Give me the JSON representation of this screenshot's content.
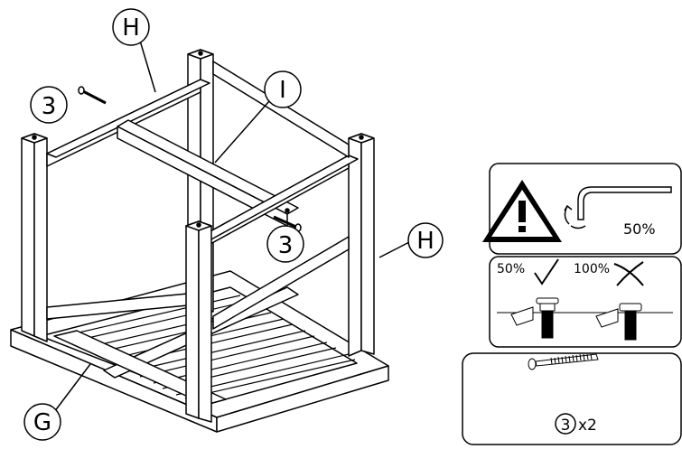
{
  "callouts": {
    "h_top": "H",
    "h_right": "H",
    "i": "I",
    "g": "G",
    "three_left": "3",
    "three_mid": "3"
  },
  "panels": {
    "tighten": {
      "percent": "50%",
      "icon": "warning-triangle-and-allen-key"
    },
    "compare": {
      "half": "50%",
      "full": "100%",
      "ok_icon": "check-icon",
      "bad_icon": "cross-icon"
    },
    "parts": {
      "part_num": "3",
      "qty": "x2",
      "icon": "bolt-icon"
    }
  }
}
